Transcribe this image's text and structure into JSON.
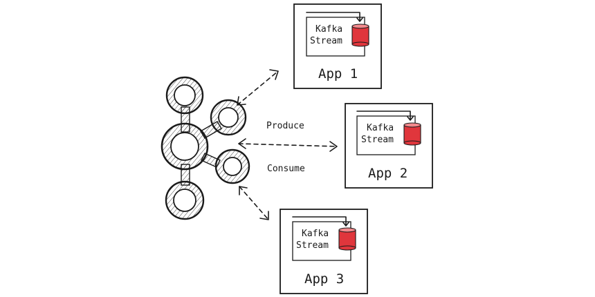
{
  "labels": {
    "produce": "Produce",
    "consume": "Consume"
  },
  "apps": [
    {
      "title": "App 1",
      "inner_line1": "Kafka",
      "inner_line2": "Stream"
    },
    {
      "title": "App 2",
      "inner_line1": "Kafka",
      "inner_line2": "Stream"
    },
    {
      "title": "App 3",
      "inner_line1": "Kafka",
      "inner_line2": "Stream"
    }
  ],
  "colors": {
    "stroke": "#1a1a1a",
    "database": "#e0363c",
    "background": "#ffffff"
  },
  "icons": {
    "cluster": "kafka-cluster-icon",
    "database": "database-cylinder-icon"
  }
}
